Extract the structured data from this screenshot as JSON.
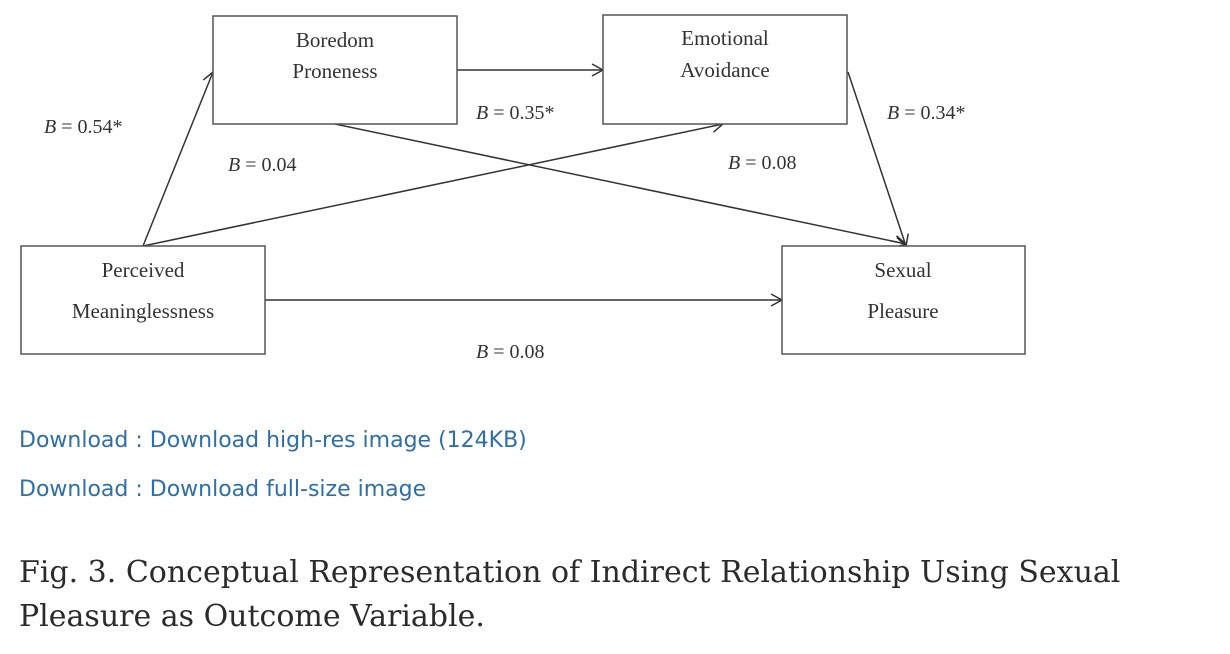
{
  "figure": {
    "nodes": {
      "boredom": [
        "Boredom",
        "Proneness"
      ],
      "emotional": [
        "Emotional",
        "Avoidance"
      ],
      "perceived": [
        "Perceived",
        "Meaninglessness"
      ],
      "sexual": [
        "Sexual",
        "Pleasure"
      ]
    },
    "edges": {
      "perceived_to_boredom": "= 0.54*",
      "boredom_to_emotional": "= 0.35*",
      "perceived_to_emotional": "= 0.04",
      "boredom_to_sexual": "= 0.08",
      "emotional_to_sexual": "= 0.34*",
      "perceived_to_sexual": "= 0.08"
    },
    "coef_symbol": "B"
  },
  "downloads": {
    "high_res": "Download : Download high-res image (124KB)",
    "full_size": "Download : Download full-size image"
  },
  "caption": "Fig. 3. Conceptual Representation of Indirect Relationship Using Sexual Pleasure as Outcome Variable.",
  "colors": {
    "link": "#2e6fa6",
    "text": "#2b2b2b",
    "border": "#555555"
  }
}
